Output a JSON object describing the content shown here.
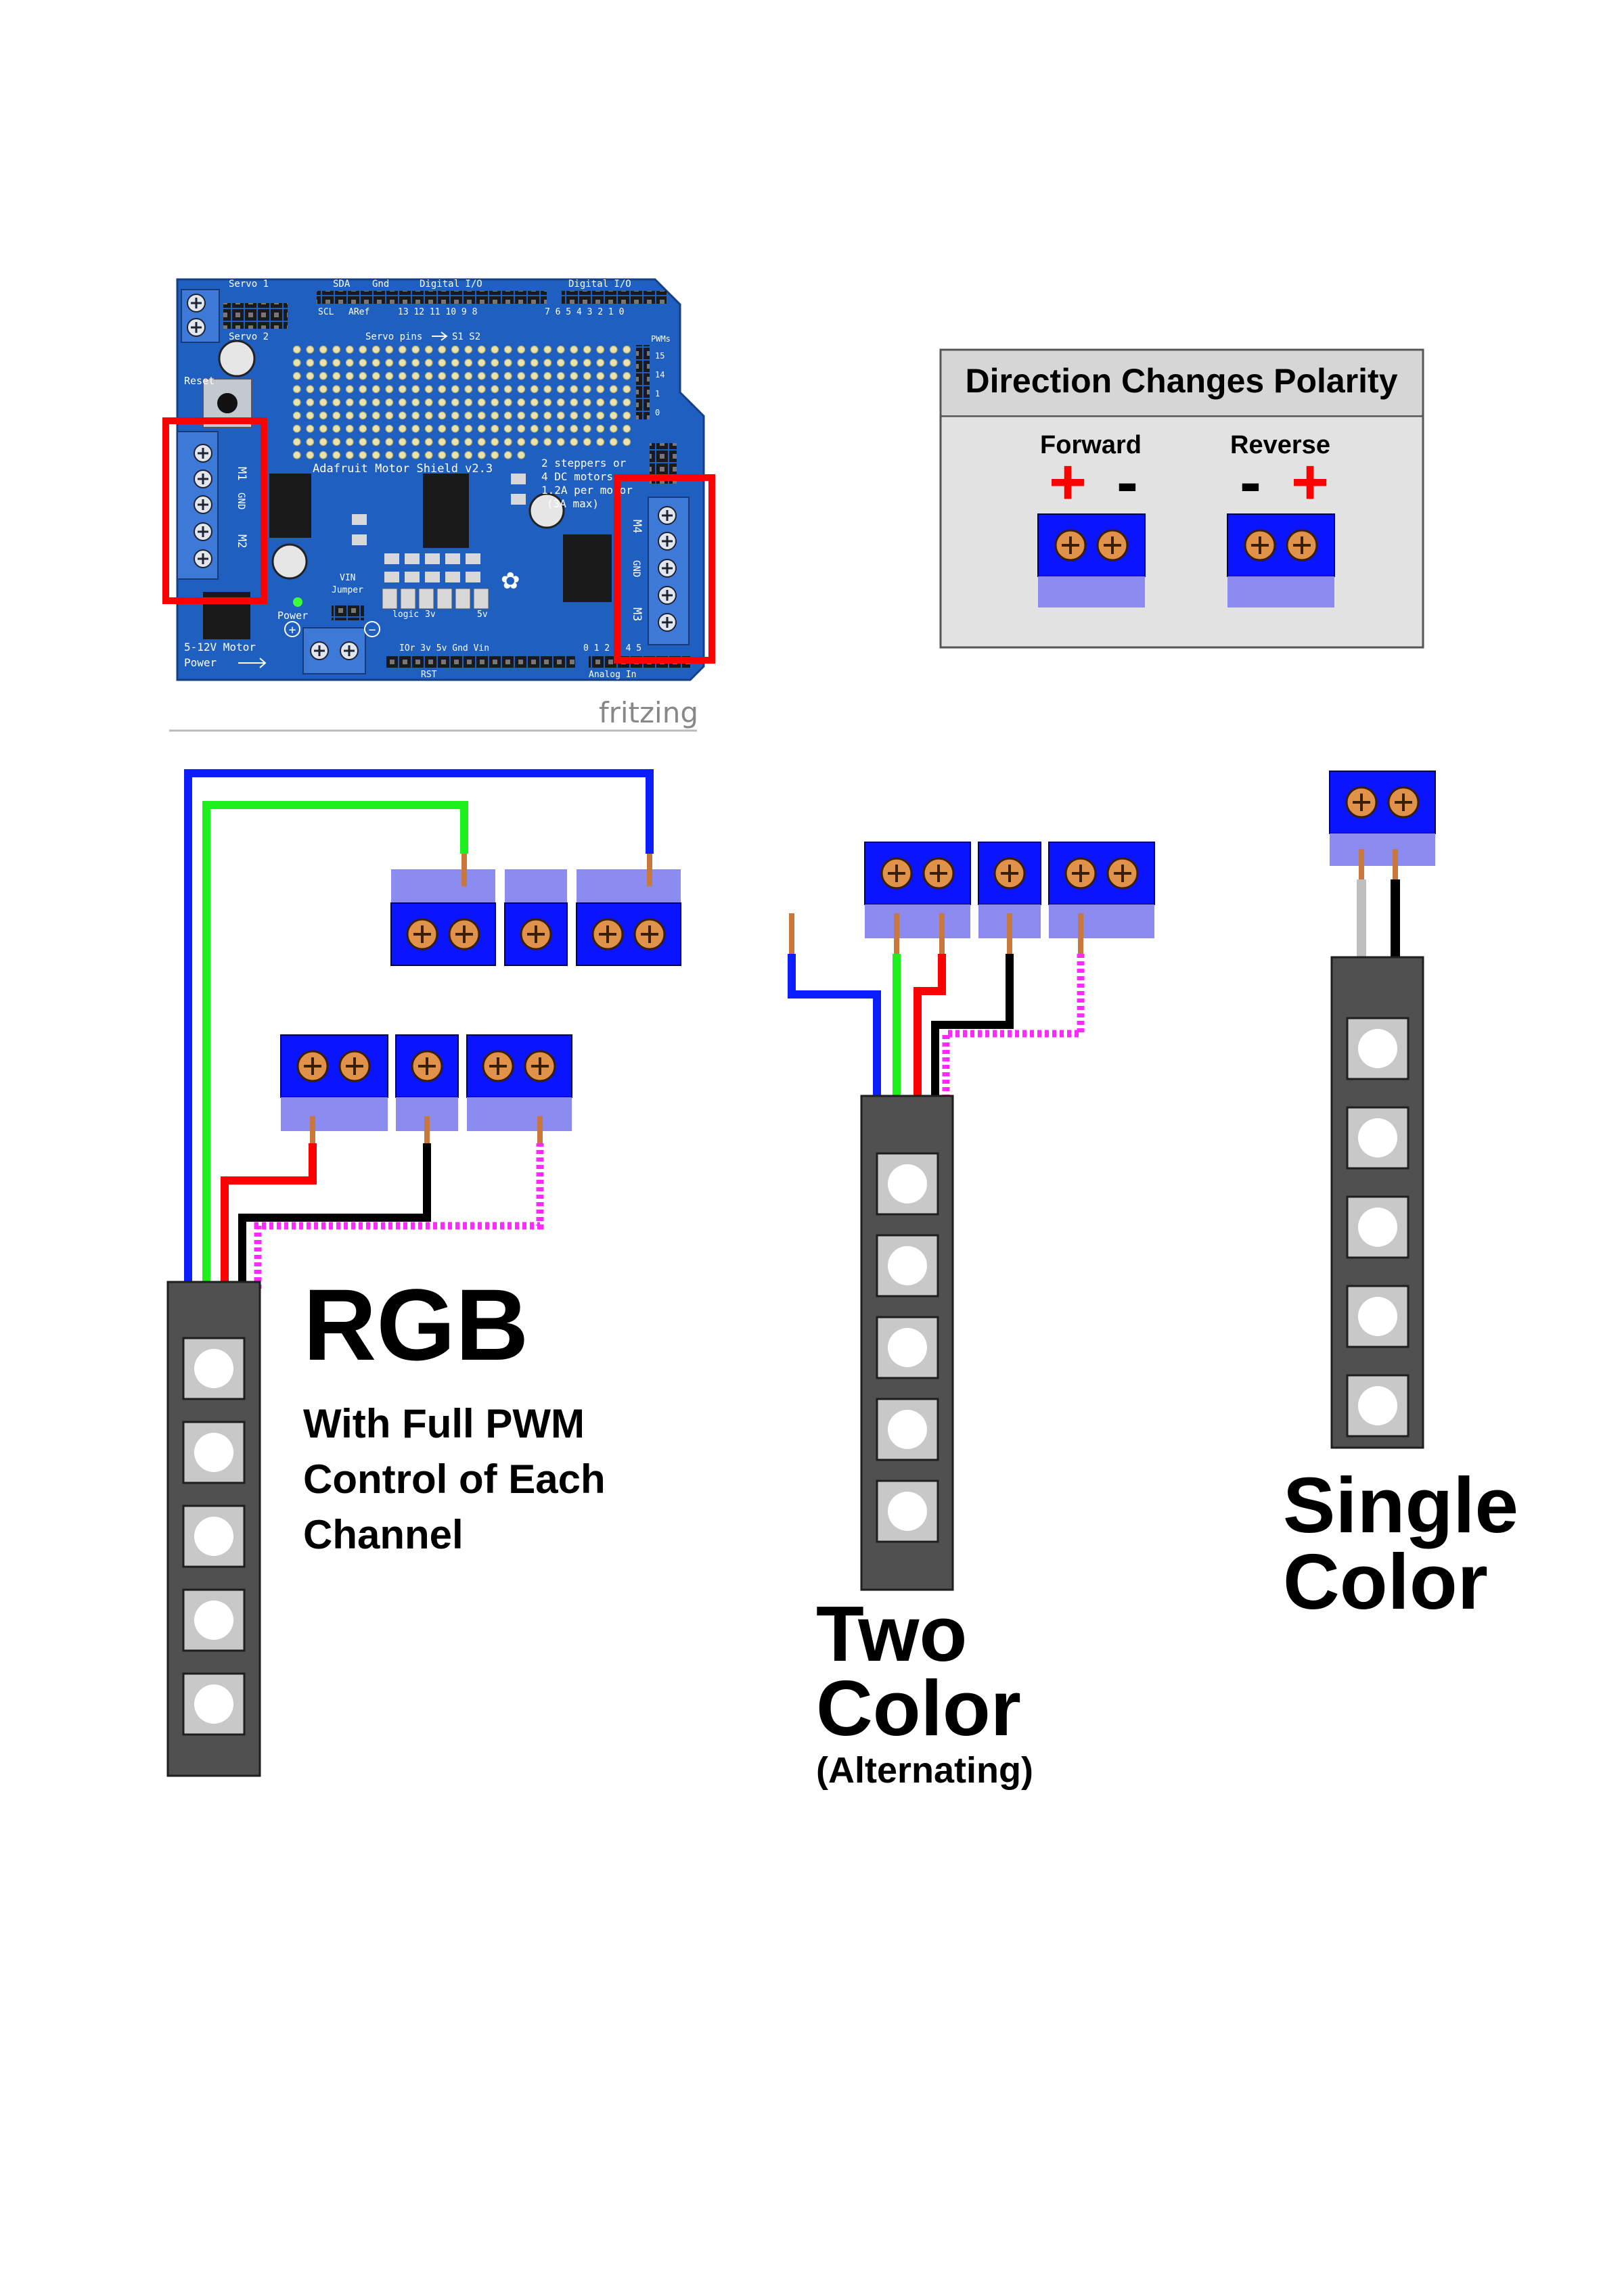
{
  "board": {
    "title": "Adafruit Motor Shield v2.3",
    "texts": {
      "servo1": "Servo 1",
      "servo2": "Servo 2",
      "sda": "SDA",
      "gnd_top": "Gnd",
      "digital_io_left": "Digital I/O",
      "digital_io_right": "Digital I/O",
      "scl": "SCL",
      "aref": "ARef",
      "pins_left": "13 12 11 10 9 8",
      "pins_right": "7 6 5 4 3 2 1 0",
      "servo_pins": "Servo pins",
      "s1s2": "S1 S2",
      "pwms": "PWMs",
      "p15": "15",
      "p14": "14",
      "p1": "1",
      "p0": "0",
      "reset": "Reset",
      "m1": "M1",
      "m2": "M2",
      "gnd_left": "GND",
      "m3": "M3",
      "m4": "M4",
      "gnd_right": "GND",
      "desc1": "2 steppers or",
      "desc2": "4 DC motors",
      "desc3": "1.2A per motor",
      "desc4": "(3A max)",
      "vin": "VIN",
      "jumper": "Jumper",
      "power": "Power",
      "logic": "logic",
      "v3": "3v",
      "v5": "5v",
      "motor_power_1": "5-12V Motor",
      "motor_power_2": "Power",
      "bottom_pins": "IOr 3v 5v Gnd Vin",
      "analog_pins": "0 1 2 3 4 5",
      "rst": "RST",
      "analog_in": "Analog In",
      "plus": "+",
      "minus": "−"
    },
    "credit": "fritzing"
  },
  "polarity_box": {
    "title": "Direction Changes Polarity",
    "forward": {
      "label": "Forward",
      "first_sign": "+",
      "second_sign": "-"
    },
    "reverse": {
      "label": "Reverse",
      "first_sign": "-",
      "second_sign": "+"
    }
  },
  "rgb": {
    "title": "RGB",
    "line1": "With Full PWM",
    "line2": "Control of Each",
    "line3": "Channel"
  },
  "two_color": {
    "line1": "Two",
    "line2": "Color",
    "note": "(Alternating)"
  },
  "single_color": {
    "line1": "Single",
    "line2": "Color"
  },
  "colors": {
    "board_blue": "#1f5fbf",
    "terminal_blue": "#0a14ff",
    "terminal_light": "#8c8cf0",
    "screw": "#e0914a",
    "wire_blue": "#0a1eff",
    "wire_green": "#1ef01e",
    "wire_red": "#ff0000",
    "wire_black": "#000000",
    "wire_magenta": "#ff28ff",
    "wire_gray": "#bfbfbf",
    "strip": "#505050",
    "highlight": "#ff0000"
  }
}
